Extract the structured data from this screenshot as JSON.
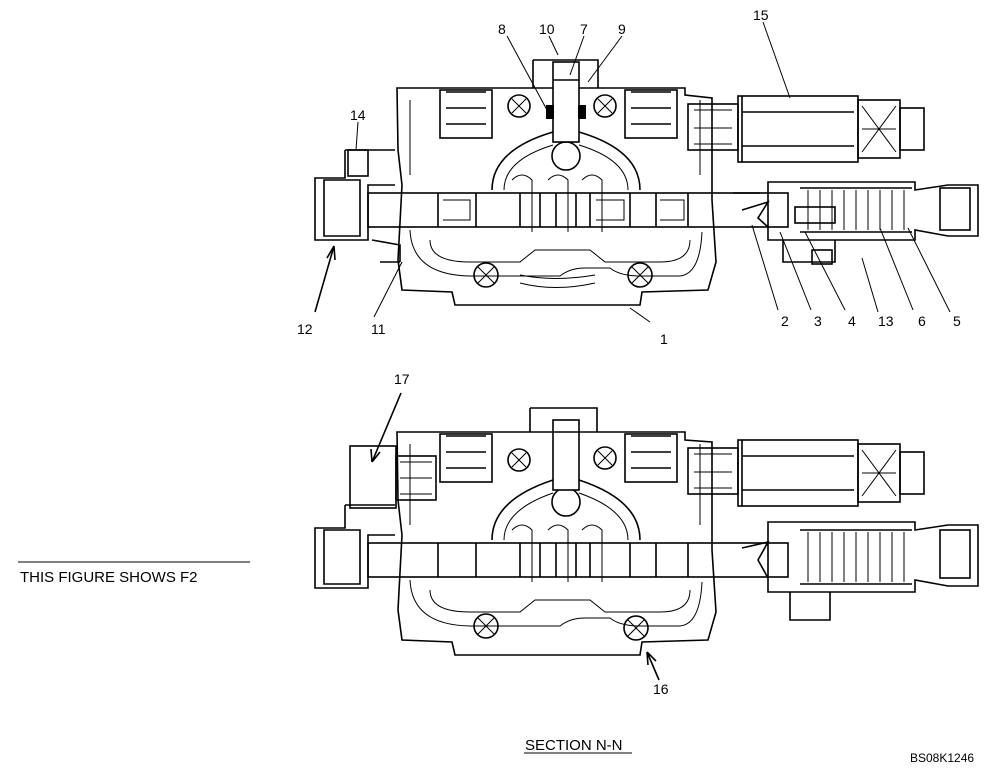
{
  "callouts": {
    "c1": "1",
    "c2": "2",
    "c3": "3",
    "c4": "4",
    "c5": "5",
    "c6": "6",
    "c7": "7",
    "c8": "8",
    "c9": "9",
    "c10": "10",
    "c11": "11",
    "c12": "12",
    "c13": "13",
    "c14": "14",
    "c15": "15",
    "c16": "16",
    "c17": "17"
  },
  "note": "THIS FIGURE SHOWS  F2",
  "section_title": "SECTION   N-N",
  "drawing_code": "BS08K1246"
}
